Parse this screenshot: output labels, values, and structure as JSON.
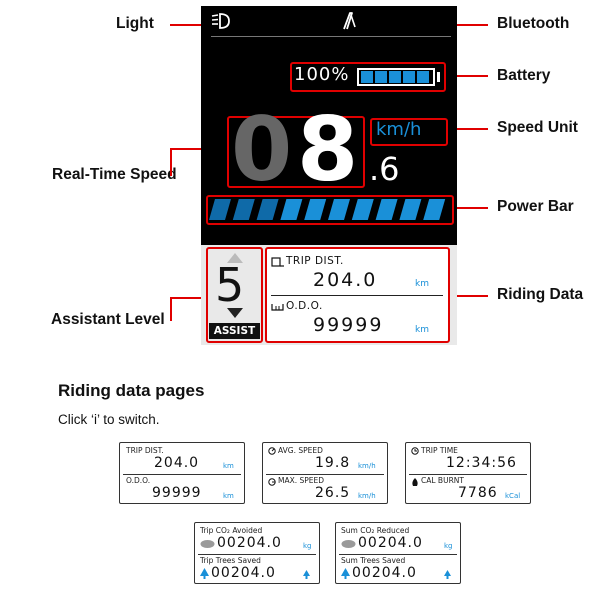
{
  "labels": {
    "light": "Light",
    "bluetooth": "Bluetooth",
    "battery": "Battery",
    "speed_unit": "Speed Unit",
    "real_time_speed": "Real-Time Speed",
    "power_bar": "Power Bar",
    "assistant_level": "Assistant Level",
    "riding_data": "Riding Data"
  },
  "display": {
    "battery_percent": "100%",
    "battery_level": 1.0,
    "speed_unit": "km/h",
    "speed_int_tens": "0",
    "speed_int_ones": "8",
    "speed_decimal": ".6",
    "power_level": 1.0,
    "power_segments": 10,
    "assist_level": "5",
    "assist_label": "ASSIST",
    "trip_label": "TRIP DIST.",
    "trip_value": "204.0",
    "trip_unit": "km",
    "odo_label": "O.D.O.",
    "odo_value": "99999",
    "odo_unit": "km"
  },
  "section": {
    "title": "Riding data pages",
    "instruction": "Click ‘i’ to switch."
  },
  "pages": {
    "p1": {
      "top_label": "TRIP DIST.",
      "top_value": "204.0",
      "top_unit": "km",
      "bottom_label": "O.D.O.",
      "bottom_value": "99999",
      "bottom_unit": "km"
    },
    "p2": {
      "top_label": "AVG. SPEED",
      "top_value": "19.8",
      "top_unit": "km/h",
      "bottom_label": "MAX. SPEED",
      "bottom_value": "26.5",
      "bottom_unit": "km/h"
    },
    "p3": {
      "top_label": "TRIP TIME",
      "top_value": "12:34:56",
      "bottom_label": "CAL BURNT",
      "bottom_value": "7786",
      "bottom_unit": "kCal"
    },
    "p4": {
      "top_label": "Trip CO₂ Avoided",
      "top_value": "00204.0",
      "top_unit": "kg",
      "bottom_label": "Trip Trees Saved",
      "bottom_value": "00204.0"
    },
    "p5": {
      "top_label": "Sum CO₂ Reduced",
      "top_value": "00204.0",
      "top_unit": "kg",
      "bottom_label": "Sum Trees Saved",
      "bottom_value": "00204.0"
    }
  },
  "colors": {
    "accent_red": "#e00000",
    "lcd_blue": "#1a90d8",
    "screen_black": "#000000"
  }
}
